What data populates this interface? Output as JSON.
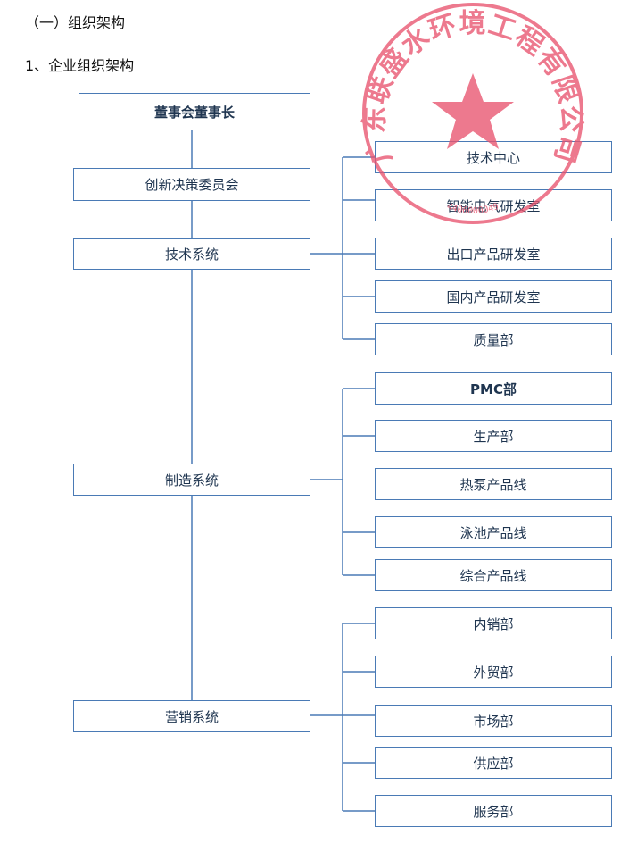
{
  "headings": {
    "section": "（一）组织架构",
    "subsection": "1、企业组织架构"
  },
  "left_nodes": {
    "board": "董事会董事长",
    "innovation": "创新决策委员会",
    "tech": "技术系统",
    "mfg": "制造系统",
    "sales": "营销系统"
  },
  "tech_depts": [
    "技术中心",
    "智能电气研发室",
    "出口产品研发室",
    "国内产品研发室",
    "质量部"
  ],
  "mfg_depts": [
    "PMC部",
    "生产部",
    "热泵产品线",
    "泳池产品线",
    "综合产品线"
  ],
  "sales_depts": [
    "内销部",
    "外贸部",
    "市场部",
    "供应部",
    "服务部"
  ],
  "stamp": {
    "text": "广东联盛水环境工程有限公司",
    "number": "4406000049",
    "color": "#e8546f"
  }
}
